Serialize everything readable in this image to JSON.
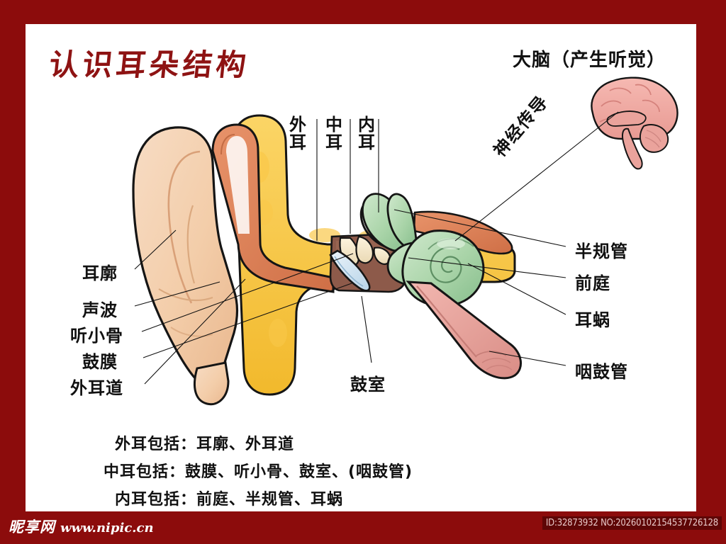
{
  "poster": {
    "title": "认识耳朵结构",
    "border_color": "#8c0c0c",
    "panel_color": "#ffffff",
    "title_color": "#8e1313"
  },
  "brain": {
    "label": "大脑（产生听觉）",
    "nerve_label": "神经传导"
  },
  "columns": [
    {
      "name": "outer",
      "line1": "外",
      "line2": "耳"
    },
    {
      "name": "middle",
      "line1": "中",
      "line2": "耳"
    },
    {
      "name": "inner",
      "line1": "内",
      "line2": "耳"
    }
  ],
  "left_labels": [
    {
      "key": "pinna",
      "text": "耳廓"
    },
    {
      "key": "sound-wave",
      "text": "声波"
    },
    {
      "key": "ossicles",
      "text": "听小骨"
    },
    {
      "key": "eardrum",
      "text": "鼓膜"
    },
    {
      "key": "ear-canal",
      "text": "外耳道"
    }
  ],
  "right_labels": [
    {
      "key": "semicircular-canals",
      "text": "半规管"
    },
    {
      "key": "vestibule",
      "text": "前庭"
    },
    {
      "key": "cochlea",
      "text": "耳蜗"
    },
    {
      "key": "eustachian-tube",
      "text": "咽鼓管"
    }
  ],
  "bottom_label": {
    "key": "tympanic-cavity",
    "text": "鼓室"
  },
  "summary": [
    "外耳包括：耳廓、外耳道",
    "中耳包括：鼓膜、听小骨、鼓室、(咽鼓管)",
    "内耳包括：前庭、半规管、耳蜗"
  ],
  "footer": {
    "logo": "昵享网",
    "url": "www.nipic.cn",
    "id_text": "ID:32873932 NO:20260102154537726128"
  }
}
